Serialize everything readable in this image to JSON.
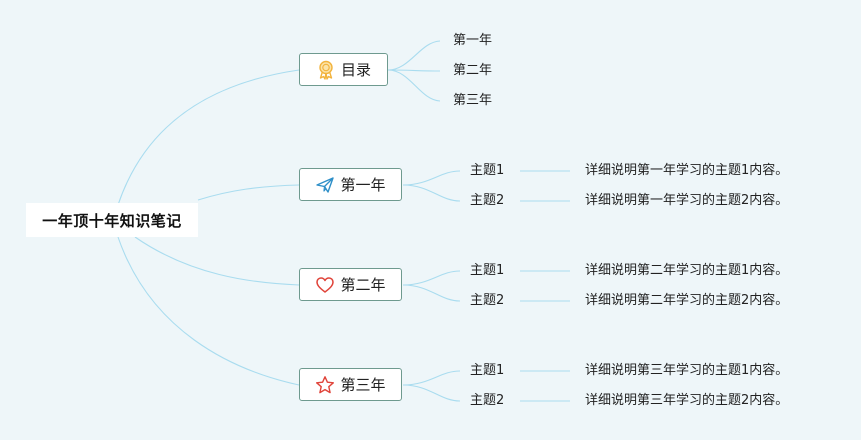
{
  "root": {
    "label": "一年顶十年知识笔记"
  },
  "branches": [
    {
      "label": "目录",
      "icon": "award-ribbon-icon",
      "icon_color": "#f2b33d",
      "children": [
        {
          "label": "第一年"
        },
        {
          "label": "第二年"
        },
        {
          "label": "第三年"
        }
      ]
    },
    {
      "label": "第一年",
      "icon": "paper-plane-icon",
      "icon_color": "#2e8fc8",
      "children": [
        {
          "label": "主题1",
          "detail": "详细说明第一年学习的主题1内容。"
        },
        {
          "label": "主题2",
          "detail": "详细说明第一年学习的主题2内容。"
        }
      ]
    },
    {
      "label": "第二年",
      "icon": "heart-icon",
      "icon_color": "#e0443a",
      "children": [
        {
          "label": "主题1",
          "detail": "详细说明第二年学习的主题1内容。"
        },
        {
          "label": "主题2",
          "detail": "详细说明第二年学习的主题2内容。"
        }
      ]
    },
    {
      "label": "第三年",
      "icon": "star-icon",
      "icon_color": "#e0443a",
      "children": [
        {
          "label": "主题1",
          "detail": "详细说明第三年学习的主题1内容。"
        },
        {
          "label": "主题2",
          "detail": "详细说明第三年学习的主题2内容。"
        }
      ]
    }
  ],
  "colors": {
    "background": "#eef6f9",
    "connector": "#a9dcef",
    "node_border": "#6e9a8f"
  }
}
